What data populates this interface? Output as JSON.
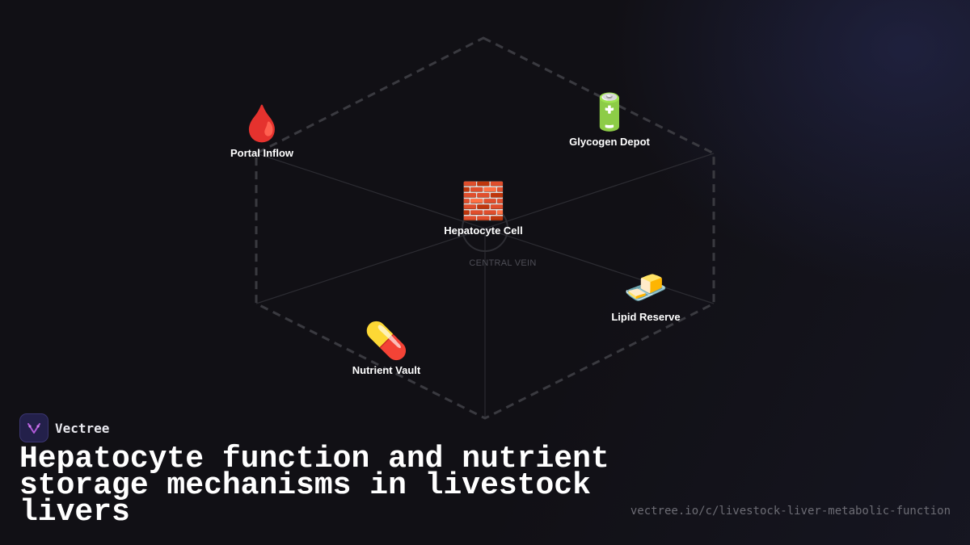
{
  "diagram": {
    "center_caption": "CENTRAL VEIN",
    "nodes": [
      {
        "id": "portal",
        "icon": "blood-drop-icon",
        "emoji": "🩸",
        "label": "Portal Inflow"
      },
      {
        "id": "glycogen",
        "icon": "battery-icon",
        "emoji": "🔋",
        "label": "Glycogen Depot"
      },
      {
        "id": "hepatocyte",
        "icon": "brick-icon",
        "emoji": "🧱",
        "label": "Hepatocyte Cell"
      },
      {
        "id": "lipid",
        "icon": "butter-icon",
        "emoji": "🧈",
        "label": "Lipid Reserve"
      },
      {
        "id": "nutrient",
        "icon": "pill-icon",
        "emoji": "💊",
        "label": "Nutrient Vault"
      }
    ],
    "colors": {
      "hex_outline": "#3a3a40",
      "spokes": "#2c2c32",
      "label": "#ffffff",
      "caption": "#4e4e56"
    }
  },
  "brand": {
    "name": "Vectree",
    "logo_icon": "vectree-logo-icon",
    "logo_color": "#b05ad8"
  },
  "title": "Hepatocyte function and nutrient storage mechanisms in livestock livers",
  "url": "vectree.io/c/livestock-liver-metabolic-function"
}
